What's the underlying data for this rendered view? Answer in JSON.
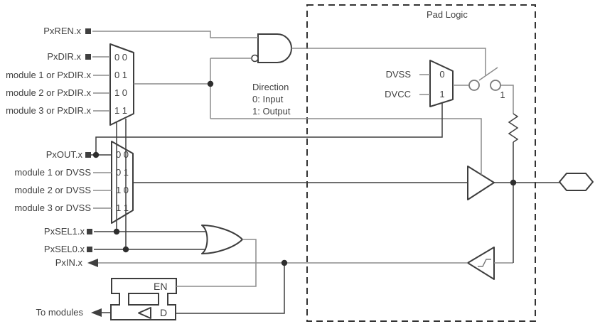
{
  "pad_logic": {
    "title": "Pad Logic"
  },
  "signals": {
    "pxren": "PxREN.x",
    "pxdir": "PxDIR.x",
    "module1_pxdir": "module 1 or PxDIR.x",
    "module2_pxdir": "module 2 or PxDIR.x",
    "module3_pxdir": "module 3 or PxDIR.x",
    "pxout": "PxOUT.x",
    "module1_dvss": "module 1 or DVSS",
    "module2_dvss": "module 2 or DVSS",
    "module3_dvss": "module 3 or DVSS",
    "pxsel1": "PxSEL1.x",
    "pxsel0": "PxSEL0.x",
    "pxin": "PxIN.x",
    "to_modules": "To modules"
  },
  "direction_mux": {
    "codes": [
      "0 0",
      "0 1",
      "1 0",
      "1 1"
    ]
  },
  "output_mux": {
    "codes": [
      "0 0",
      "0 1",
      "1 0",
      "1 1"
    ]
  },
  "direction_note": {
    "title": "Direction",
    "input": "0: Input",
    "output": "1: Output"
  },
  "pull_resistor_mux": {
    "dvss": "DVSS",
    "dvcc": "DVCC",
    "code0": "0",
    "code1": "1"
  },
  "pull_switch": {
    "label": "1"
  },
  "input_latch": {
    "enable": "EN",
    "data": "D"
  },
  "colors": {
    "wire": "#8c8c8c",
    "wire_dark": "#3f3f3f",
    "outline": "#3d3d3d",
    "text": "#3f3f3f"
  }
}
